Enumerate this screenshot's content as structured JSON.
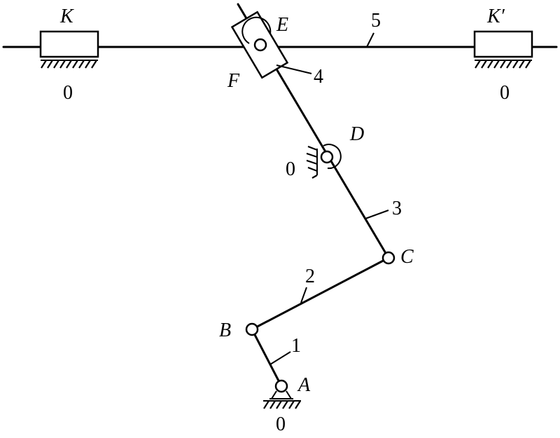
{
  "joints": {
    "A": "A",
    "B": "B",
    "C": "C",
    "D": "D",
    "E": "E",
    "F": "F"
  },
  "sliders": {
    "left": "K",
    "right": "K′"
  },
  "links": {
    "l1": "1",
    "l2": "2",
    "l3": "3",
    "l4": "4",
    "l5": "5"
  },
  "ground": {
    "left": "0",
    "right": "0",
    "D": "0",
    "A": "0"
  }
}
